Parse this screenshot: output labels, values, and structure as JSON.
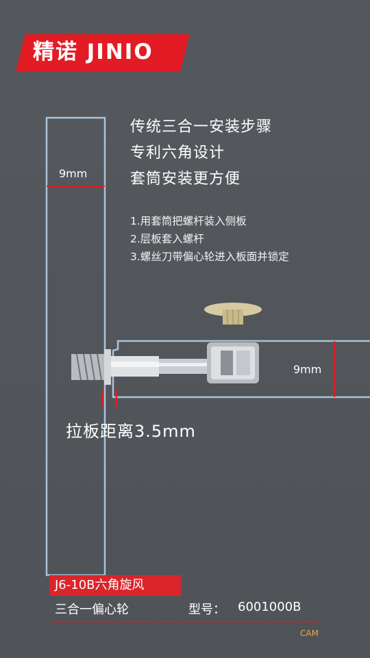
{
  "brand": {
    "logo_text": "精诺 JINIO"
  },
  "headline": {
    "line1": "传统三合一安装步骤",
    "line2": "专利六角设计",
    "line3": "套筒安装更方便"
  },
  "steps": [
    "1.用套筒把螺杆装入侧板",
    "2.层板套入螺杆",
    "3.螺丝刀带偏心轮进入板面并锁定"
  ],
  "dimensions": {
    "side_panel_thickness": "9mm",
    "shelf_thickness": "9mm",
    "gap_label": "拉板距离3.5mm"
  },
  "product": {
    "model_tag": "J6-10B六角旋风",
    "name": "三合一偏心轮",
    "model_label": "型号：",
    "model_number": "6001000B",
    "footer_note": "CAM"
  },
  "colors": {
    "background": "#52565b",
    "accent_red": "#e21b24",
    "panel_line": "#a9c4d8",
    "footer_text": "#f2a23a"
  }
}
